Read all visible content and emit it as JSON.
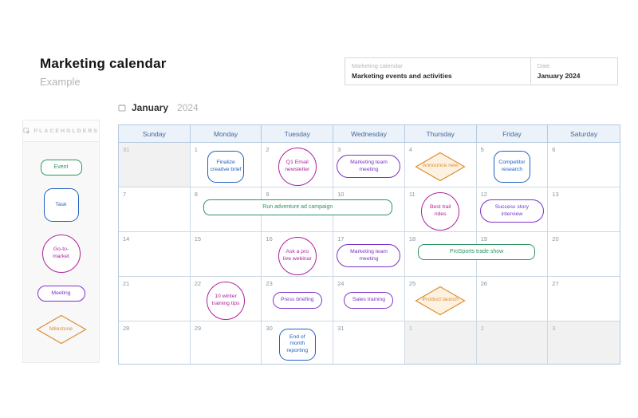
{
  "page": {
    "title": "Marketing calendar",
    "subtitle": "Example"
  },
  "meta": {
    "fields": [
      {
        "label": "Marketing calendar",
        "value": "Marketing events and activities"
      },
      {
        "label": "Date",
        "value": "January 2024"
      }
    ]
  },
  "sidebar": {
    "header": "PLACEHOLDERS",
    "items": [
      {
        "type": "event",
        "label": "Event"
      },
      {
        "type": "task",
        "label": "Task"
      },
      {
        "type": "gtm",
        "label": "Go-to-market"
      },
      {
        "type": "meeting",
        "label": "Meeting"
      },
      {
        "type": "milestone",
        "label": "Milestone"
      }
    ]
  },
  "calendar": {
    "month": "January",
    "year": "2024",
    "day_names": [
      "Sunday",
      "Monday",
      "Tuesday",
      "Wednesday",
      "Thursday",
      "Friday",
      "Saturday"
    ],
    "weeks": [
      {
        "days": [
          {
            "num": "31",
            "outside": true,
            "events": []
          },
          {
            "num": "1",
            "events": [
              {
                "type": "task",
                "label": "Finalize creative brief"
              }
            ]
          },
          {
            "num": "2",
            "events": [
              {
                "type": "gtm",
                "label": "Q1 Email newsletter"
              }
            ]
          },
          {
            "num": "3",
            "events": [
              {
                "type": "meeting",
                "label": "Marketing team meeting"
              }
            ]
          },
          {
            "num": "4",
            "events": [
              {
                "type": "milestone",
                "label": "Announce new"
              }
            ]
          },
          {
            "num": "5",
            "events": [
              {
                "type": "task",
                "label": "Competitor research"
              }
            ]
          },
          {
            "num": "6",
            "events": []
          }
        ],
        "banners": []
      },
      {
        "days": [
          {
            "num": "7",
            "events": []
          },
          {
            "num": "8",
            "events": []
          },
          {
            "num": "9",
            "events": []
          },
          {
            "num": "10",
            "events": []
          },
          {
            "num": "11",
            "events": [
              {
                "type": "gtm",
                "label": "Best trail rides"
              }
            ]
          },
          {
            "num": "12",
            "events": [
              {
                "type": "meeting",
                "label": "Success story interview"
              }
            ]
          },
          {
            "num": "13",
            "events": []
          }
        ],
        "banners": [
          {
            "type": "event",
            "label": "Run adventure ad campaign",
            "start": 1,
            "span": 3
          }
        ]
      },
      {
        "days": [
          {
            "num": "14",
            "events": []
          },
          {
            "num": "15",
            "events": []
          },
          {
            "num": "16",
            "events": [
              {
                "type": "gtm",
                "label": "Ask a pro live webinar"
              }
            ]
          },
          {
            "num": "17",
            "events": [
              {
                "type": "meeting",
                "label": "Marketing team meeting"
              }
            ]
          },
          {
            "num": "18",
            "events": []
          },
          {
            "num": "19",
            "events": []
          },
          {
            "num": "20",
            "events": []
          }
        ],
        "banners": [
          {
            "type": "event",
            "label": "ProSports trade show",
            "start": 4,
            "span": 2
          }
        ]
      },
      {
        "days": [
          {
            "num": "21",
            "events": []
          },
          {
            "num": "22",
            "events": [
              {
                "type": "gtm",
                "label": "10 winter training tips"
              }
            ]
          },
          {
            "num": "23",
            "events": [
              {
                "type": "meeting",
                "label": "Press briefing"
              }
            ]
          },
          {
            "num": "24",
            "events": [
              {
                "type": "meeting",
                "label": "Sales training"
              }
            ]
          },
          {
            "num": "25",
            "events": [
              {
                "type": "milestone",
                "label": "Product launch"
              }
            ]
          },
          {
            "num": "26",
            "events": []
          },
          {
            "num": "27",
            "events": []
          }
        ],
        "banners": []
      },
      {
        "days": [
          {
            "num": "28",
            "events": []
          },
          {
            "num": "29",
            "events": []
          },
          {
            "num": "30",
            "events": [
              {
                "type": "task",
                "label": "End of month reporting"
              }
            ]
          },
          {
            "num": "31",
            "events": []
          },
          {
            "num": "1",
            "outside": true,
            "events": []
          },
          {
            "num": "2",
            "outside": true,
            "events": []
          },
          {
            "num": "3",
            "outside": true,
            "events": []
          }
        ],
        "banners": []
      }
    ]
  },
  "colors": {
    "event": "#2f9362",
    "task": "#2060c2",
    "gtm": "#b0219f",
    "meeting": "#7d32c8",
    "milestone": "#dd8f33",
    "header_bg": "#ebf2f9",
    "header_text": "#46689a",
    "grid_border": "#b5cadf"
  }
}
